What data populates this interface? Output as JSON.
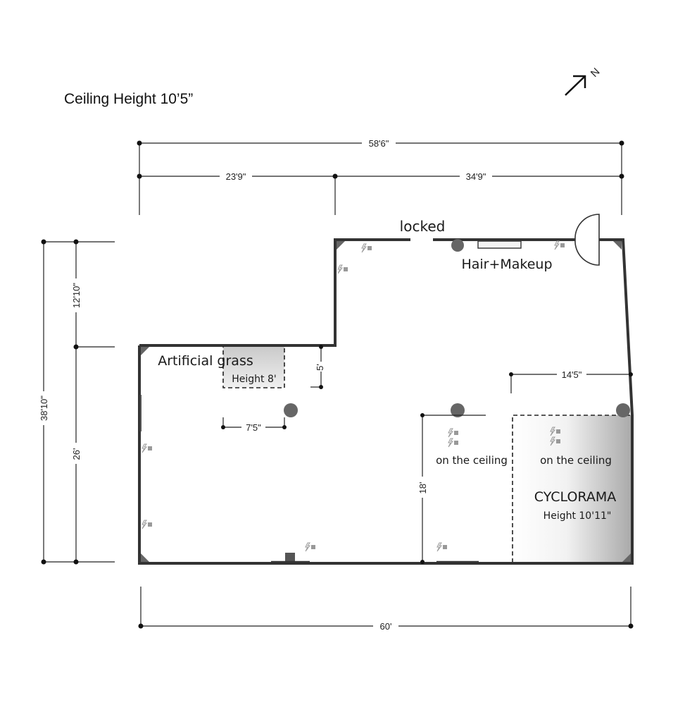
{
  "title": "Ceiling Height 10’5”",
  "north_label": "N",
  "dimensions": {
    "overall_top": "58'6\"",
    "top_left": "23'9\"",
    "top_right": "34'9\"",
    "left_total": "38'10\"",
    "left_upper": "12'10\"",
    "left_lower": "26'",
    "bottom": "60'",
    "grass_offset": "5'",
    "grass_width": "7'5\"",
    "cyclorama_offset": "14'5\"",
    "cyclorama_depth": "18'"
  },
  "labels": {
    "locked": "locked",
    "hair_makeup": "Hair+Makeup",
    "artificial_grass": "Artificial grass",
    "grass_height": "Height 8'",
    "ceiling_outlet_1": "on the ceiling",
    "ceiling_outlet_2": "on the ceiling",
    "cyclorama": "CYCLORAMA",
    "cyclorama_height": "Height 10'11\""
  },
  "colors": {
    "wall": "#333333",
    "pillar": "#666666",
    "outlet": "#999999",
    "cyclorama_gradient_start": "#ffffff",
    "cyclorama_gradient_end": "#b5b5b5"
  },
  "icons": {
    "north_arrow": "north-arrow-icon",
    "outlet": "power-outlet-icon",
    "pillar": "pillar-icon",
    "door": "door-swing-icon"
  }
}
